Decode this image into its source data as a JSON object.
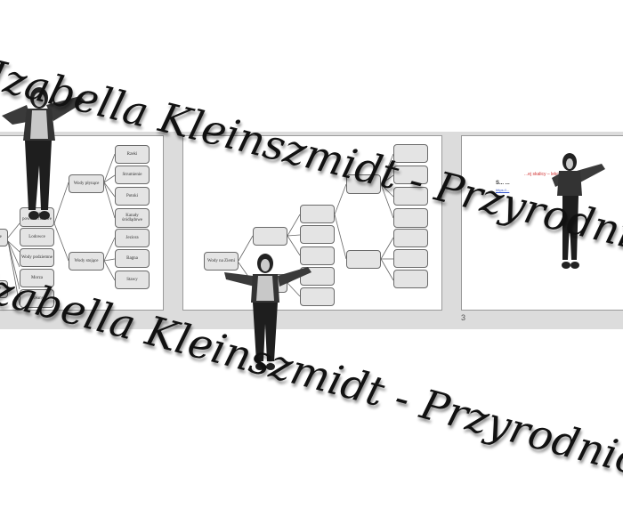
{
  "watermark": {
    "top_text": "Izabella Kleinszmidt - PrzyrodniczeE",
    "bottom_text": "Izabella Kleinszmidt - PrzyrodniczeEch"
  },
  "slides": [
    {
      "id": 1,
      "boxes": {
        "left_a": "ie",
        "left_b": "e",
        "powierzchniowe": "Wody powierzchniowe",
        "lodowce": "Lodowce",
        "podziemne": "Wody podziemne",
        "morza": "Morza",
        "oceany": "Oceany",
        "plynace": "Wody płynące",
        "stojace": "Wody stojące",
        "rzeki": "Rzeki",
        "strumienie": "Strumienie",
        "potoki": "Potoki",
        "kanaly": "Kanały śródlądowe",
        "jeziora": "Jeziora",
        "bagna": "Bagna",
        "stawy": "Stawy"
      }
    },
    {
      "id": 2,
      "boxes": {
        "root": "Wody na Ziemi"
      }
    },
    {
      "id": 3,
      "number_label": "3",
      "title_red": "...ej skalicy – lekcj",
      "subtitle": "S... ...",
      "link": "https://..."
    }
  ],
  "colors": {
    "strip_bg": "#dcdcdc",
    "box_fill": "#e4e4e4",
    "link": "#3355cc",
    "title_red": "#d03030"
  }
}
